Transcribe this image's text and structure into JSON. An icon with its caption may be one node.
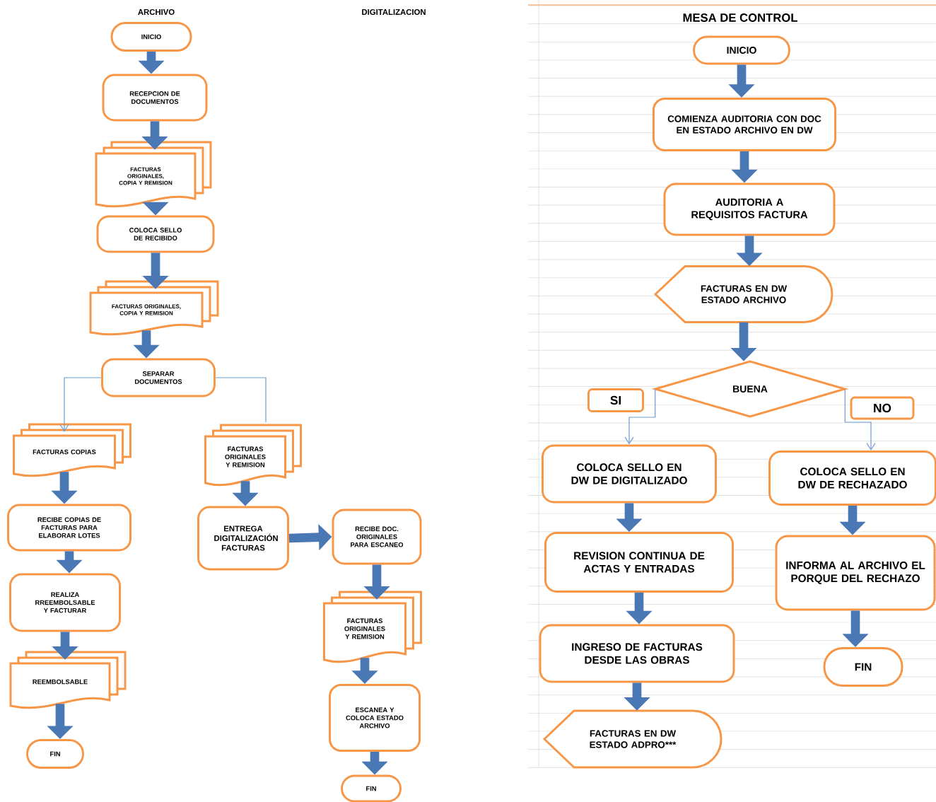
{
  "diagram": {
    "nodes": [
      {
        "text": [
          "INICIO"
        ]
      },
      {
        "text": [
          "RECEPCION DE DOCUMENTOS"
        ]
      },
      {
        "text": [
          "FACTURAS ORIGINALES, COPIA Y REMISION"
        ]
      },
      {
        "text": [
          "COLOCA SELLO DE RECIBIDO"
        ]
      },
      {
        "text": [
          "FACTURAS ORIGINALES, COPIA Y REMISION"
        ]
      },
      {
        "text": [
          "SEPARAR DOCUMENTOS"
        ]
      },
      {
        "text": [
          "FACTURAS COPIAS"
        ]
      },
      {
        "text": [
          "FACTURAS ORIGINALES Y REMISION"
        ]
      },
      {
        "text": [
          "RECIBE COPIAS DE FACTURAS PARA ELABORAR LOTES"
        ]
      },
      {
        "text": [
          "ENTREGA DIGITALIZACIÓN FACTURAS"
        ]
      },
      {
        "text": [
          "RECIBE DOC. ORIGINALES PARA ESCANEO"
        ]
      },
      {
        "text": [
          "REALIZA RREEMBOLSABLE Y FACTURAR"
        ]
      },
      {
        "text": [
          "REEMBOLSABLE"
        ]
      },
      {
        "text": [
          "FIN"
        ]
      },
      {
        "text": [
          "FACTURAS ORIGINALES Y REMISION"
        ]
      },
      {
        "text": [
          "ESCANEA Y COLOCA ESTADO ARCHIVO"
        ]
      },
      {
        "text": [
          "FIN"
        ]
      },
      {
        "text": [
          "INICIO"
        ]
      },
      {
        "text": [
          "COMIENZA AUDITORIA CON DOC EN ESTADO ARCHIVO EN DW"
        ]
      },
      {
        "text": [
          "AUDITORIA A REQUISITOS FACTURA"
        ]
      },
      {
        "text": [
          "FACTURAS EN DW ESTADO ARCHIVO"
        ]
      },
      {
        "text": [
          "BUENA"
        ]
      },
      {
        "text": [
          "SI"
        ]
      },
      {
        "text": [
          "NO"
        ]
      },
      {
        "text": [
          "COLOCA SELLO EN DW DE DIGITALIZADO"
        ]
      },
      {
        "text": [
          "COLOCA SELLO EN DW DE RECHAZADO"
        ]
      },
      {
        "text": [
          "REVISION CONTINUA DE ACTAS Y ENTRADAS"
        ]
      },
      {
        "text": [
          "INFORMA AL ARCHIVO EL PORQUE DEL RECHAZO"
        ]
      },
      {
        "text": [
          "INGRESO DE FACTURAS DESDE LAS OBRAS"
        ]
      },
      {
        "text": [
          "FIN"
        ]
      },
      {
        "text": [
          "FACTURAS EN DW ESTADO ADPRO***"
        ]
      }
    ],
    "edges": [
      {
        "from": 0,
        "to": 1,
        "arrow": "to"
      },
      {
        "from": 1,
        "to": 2,
        "arrow": "to"
      },
      {
        "from": 2,
        "to": 3,
        "arrow": "to"
      },
      {
        "from": 3,
        "to": 4,
        "arrow": "to"
      },
      {
        "from": 4,
        "to": 5,
        "arrow": "to"
      },
      {
        "from": 5,
        "to": 6,
        "arrow": "to",
        "color": "#6f9bd1"
      },
      {
        "from": 5,
        "to": 7,
        "arrow": "none",
        "color": "#6f9bd1"
      },
      {
        "from": 6,
        "to": 8,
        "arrow": "to"
      },
      {
        "from": 8,
        "to": 11,
        "arrow": "to"
      },
      {
        "from": 11,
        "to": 12,
        "arrow": "to"
      },
      {
        "from": 12,
        "to": 13,
        "arrow": "to"
      },
      {
        "from": 7,
        "to": 9,
        "arrow": "to"
      },
      {
        "from": 9,
        "to": 10,
        "arrow": "to"
      },
      {
        "from": 10,
        "to": 14,
        "arrow": "to"
      },
      {
        "from": 14,
        "to": 15,
        "arrow": "to"
      },
      {
        "from": 15,
        "to": 16,
        "arrow": "to"
      },
      {
        "from": 17,
        "to": 18,
        "arrow": "to"
      },
      {
        "from": 18,
        "to": 19,
        "arrow": "to"
      },
      {
        "from": 19,
        "to": 20,
        "arrow": "to"
      },
      {
        "from": 20,
        "to": 21,
        "arrow": "to"
      },
      {
        "from": 21,
        "to": 24,
        "arrow": "to",
        "color": "#6f9bd1"
      },
      {
        "from": 21,
        "to": 25,
        "arrow": "to",
        "color": "#6f9bd1"
      },
      {
        "from": 24,
        "to": 26,
        "arrow": "to"
      },
      {
        "from": 26,
        "to": 28,
        "arrow": "to"
      },
      {
        "from": 28,
        "to": 30,
        "arrow": "to"
      },
      {
        "from": 25,
        "to": 27,
        "arrow": "to"
      },
      {
        "from": 27,
        "to": 29,
        "arrow": "to"
      }
    ],
    "labels": [
      "ARCHIVO",
      "DIGITALIZACION",
      "MESA DE CONTROL"
    ]
  }
}
